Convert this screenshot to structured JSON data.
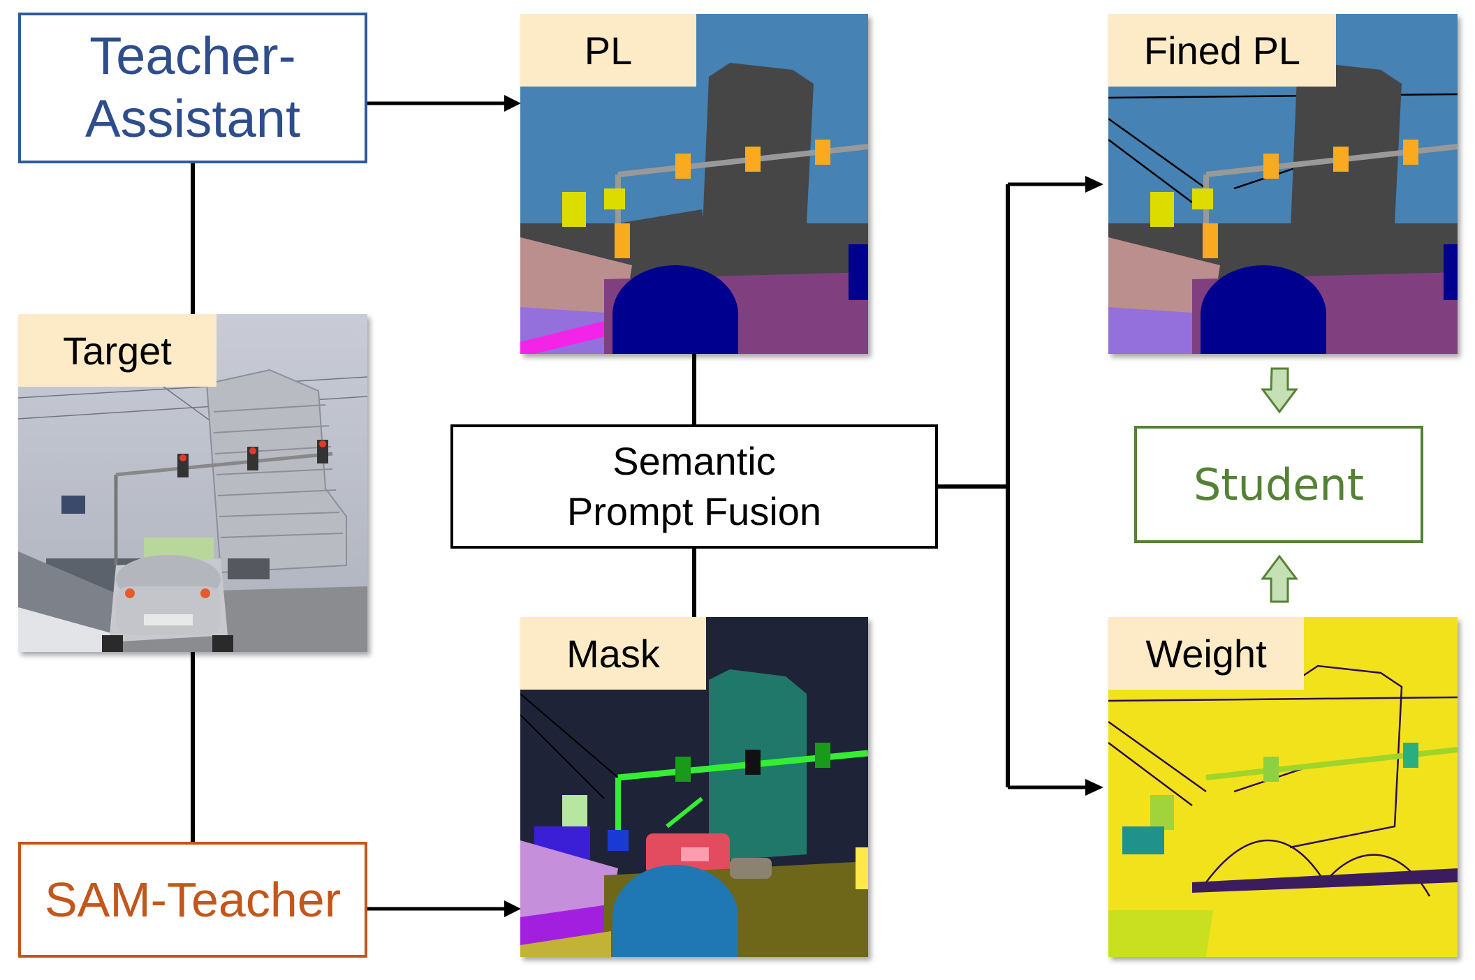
{
  "nodes": {
    "teacher_assistant": {
      "line1": "Teacher-",
      "line2": "Assistant"
    },
    "sam_teacher": "SAM-Teacher",
    "semantic_prompt_fusion": {
      "line1": "Semantic",
      "line2": "Prompt Fusion"
    },
    "student": "Student"
  },
  "panels": {
    "target": "Target",
    "pl": "PL",
    "mask": "Mask",
    "fined_pl": "Fined PL",
    "weight": "Weight"
  },
  "colors": {
    "teacher_blue": "#2e4d8c",
    "sam_orange": "#c3561a",
    "student_green": "#548235",
    "label_bg": "#fdebc8",
    "arrow_green_fill": "#c5e0b4"
  }
}
